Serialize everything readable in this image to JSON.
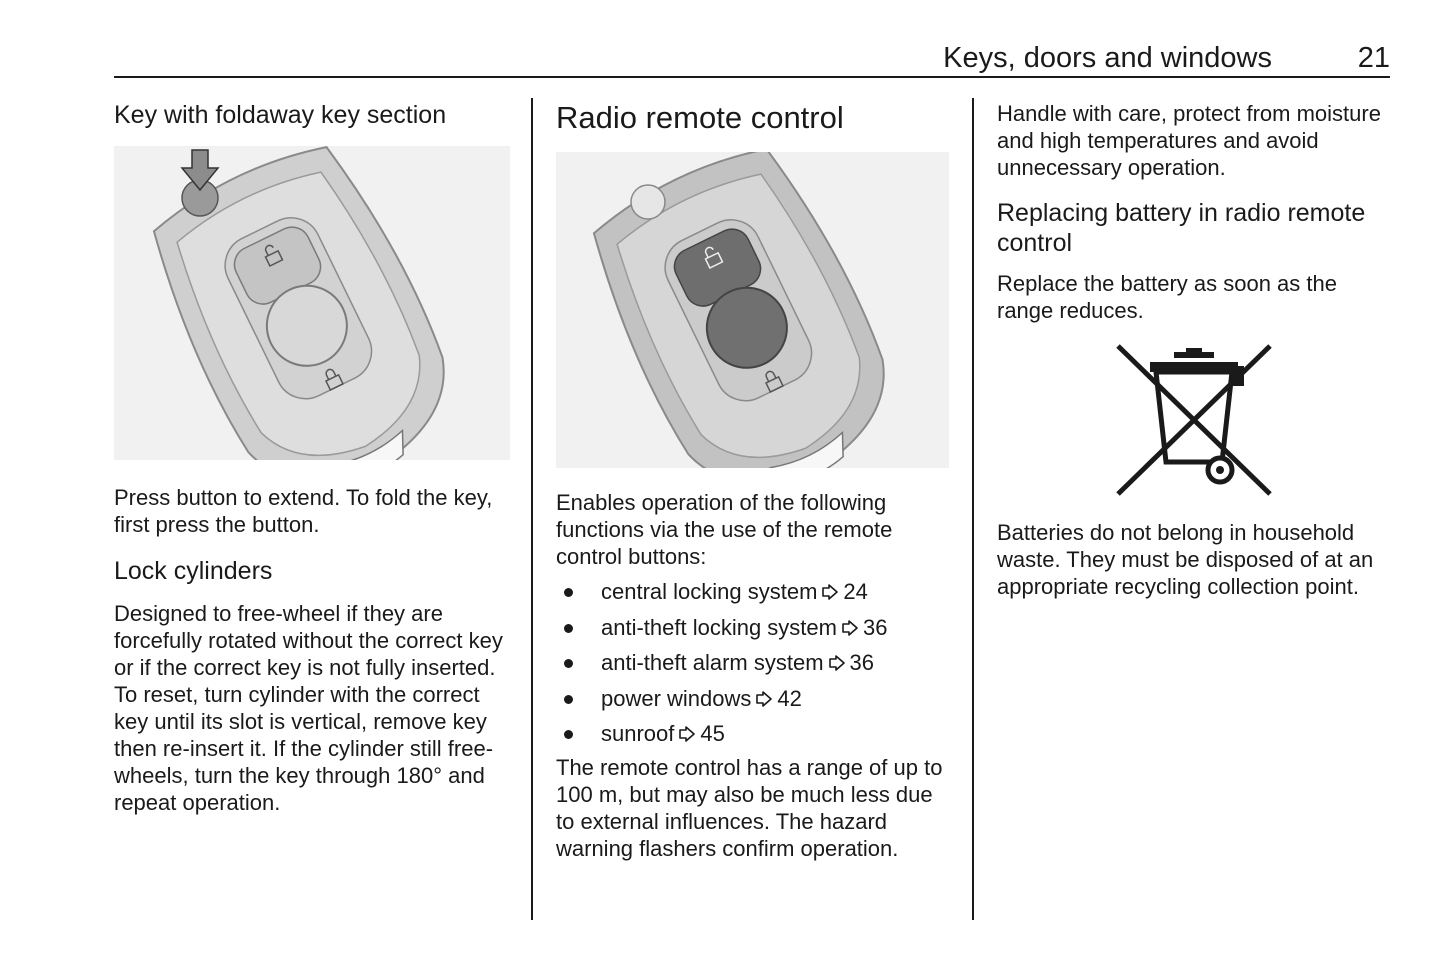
{
  "header": {
    "title": "Keys, doors and windows",
    "page": "21"
  },
  "col1": {
    "heading1": "Key with foldaway key section",
    "para1": "Press button to extend. To fold the key, first press the button.",
    "heading2": "Lock cylinders",
    "para2": "Designed to free-wheel if they are forcefully rotated without the correct key or if the correct key is not fully inserted. To reset, turn cylinder with the correct key until its slot is vertical, remove key then re-insert it. If the cylinder still free-wheels, turn the key through 180° and repeat operation."
  },
  "col2": {
    "heading": "Radio remote control",
    "intro": "Enables operation of the following functions via the use of the remote control buttons:",
    "bullets": [
      {
        "text": "central locking system",
        "ref": "24"
      },
      {
        "text": "anti-theft locking system",
        "ref": "36"
      },
      {
        "text": "anti-theft alarm system",
        "ref": "36"
      },
      {
        "text": "power windows",
        "ref": "42"
      },
      {
        "text": "sunroof",
        "ref": "45"
      }
    ],
    "para": "The remote control has a range of up to 100 m, but may also be much less due to external influences. The hazard warning flashers confirm operation."
  },
  "col3": {
    "para1": "Handle with care, protect from moisture and high temperatures and avoid unnecessary operation.",
    "heading": "Replacing battery in radio remote control",
    "para2": "Replace the battery as soon as the range reduces.",
    "para3": "Batteries do not belong in household waste. They must be disposed of at an appropriate recycling collection point."
  },
  "colors": {
    "text": "#1a1a1a",
    "figure_bg": "#f1f1f1",
    "key_body": "#c8c8c8",
    "button_dark": "#6e6e6e"
  }
}
